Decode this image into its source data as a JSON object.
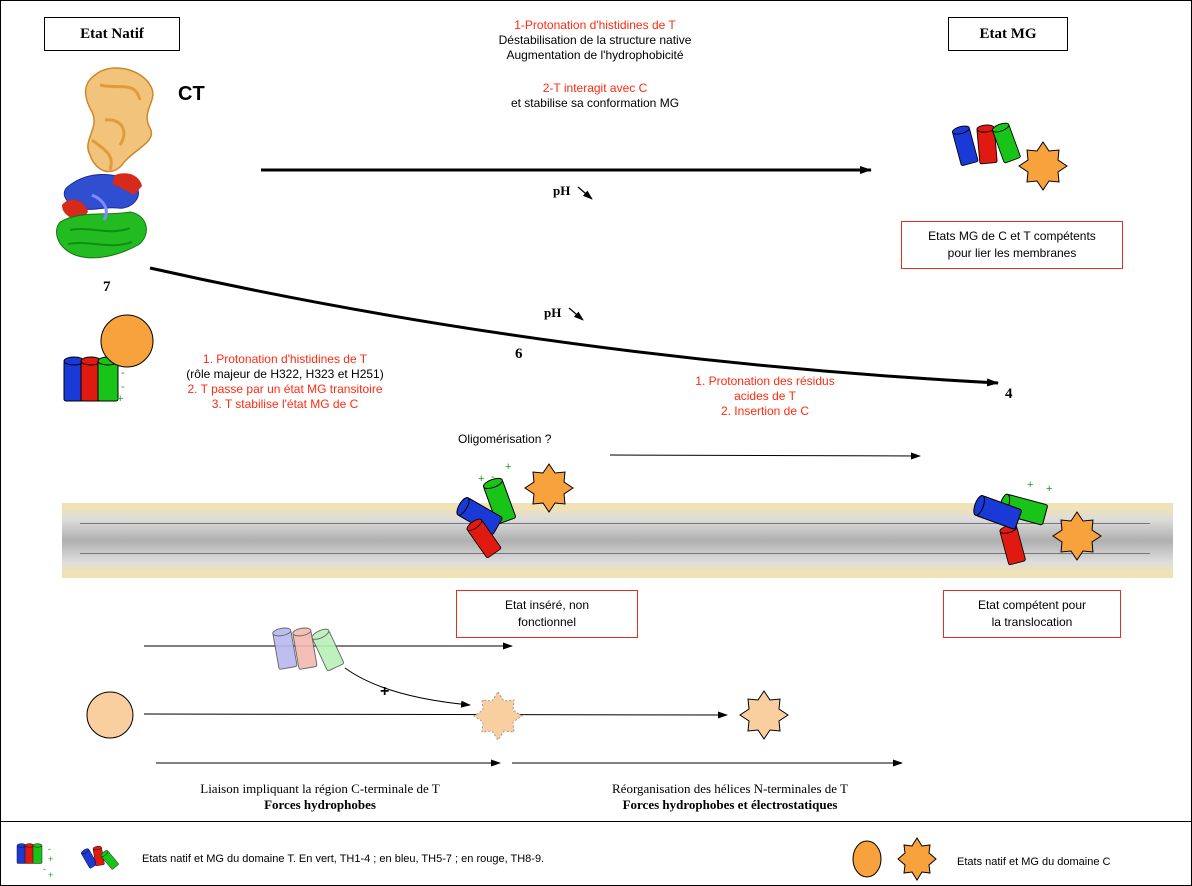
{
  "titles": {
    "native": "Etat Natif",
    "mg": "Etat MG"
  },
  "structure_label": "CT",
  "numbers": {
    "n7": "7",
    "n6": "6",
    "n4": "4"
  },
  "ph_label": "pH",
  "top_text": {
    "line1": "1-Protonation d'histidines de T",
    "line2": "Déstabilisation de la structure native",
    "line3": "Augmentation de l'hydrophobicité",
    "line4": "2-T interagit avec C",
    "line5": "et stabilise sa conformation MG"
  },
  "mid_left_text": {
    "line1": "1. Protonation d'histidines de T",
    "line2": "(rôle majeur de H322, H323 et H251)",
    "line3": "2. T passe par un état MG transitoire",
    "line4": "3. T stabilise l'état MG de C"
  },
  "mid_right_text": {
    "line1": "1. Protonation des résidus",
    "line2": "acides de T",
    "line3": "2. Insertion de C"
  },
  "oligomer_label": "Oligomérisation ?",
  "boxes": {
    "mg_competent": [
      "Etats MG de C et T compétents",
      "pour lier les membranes"
    ],
    "inserted": [
      "Etat inséré, non",
      "fonctionnel"
    ],
    "translocation": [
      "Etat compétent pour",
      "la translocation"
    ]
  },
  "plus_sign": "+",
  "bottom_left": {
    "line1": "Liaison impliquant la région C-terminale de T",
    "line2": "Forces hydrophobes"
  },
  "bottom_right": {
    "line1": "Réorganisation des hélices N-terminales de T",
    "line2": "Forces hydrophobes et électrostatiques"
  },
  "legend": {
    "t_domain": "Etats natif et MG du domaine T. En vert, TH1-4 ; en bleu, TH5-7 ; en rouge, TH8-9.",
    "c_domain": "Etats natif et MG du domaine C"
  },
  "colors": {
    "blue": "#1a3ad8",
    "red": "#e01a10",
    "green": "#18c418",
    "orange": "#f7a23c",
    "pale_orange": "#f9cfa0",
    "red_text": "#ff2a10"
  }
}
